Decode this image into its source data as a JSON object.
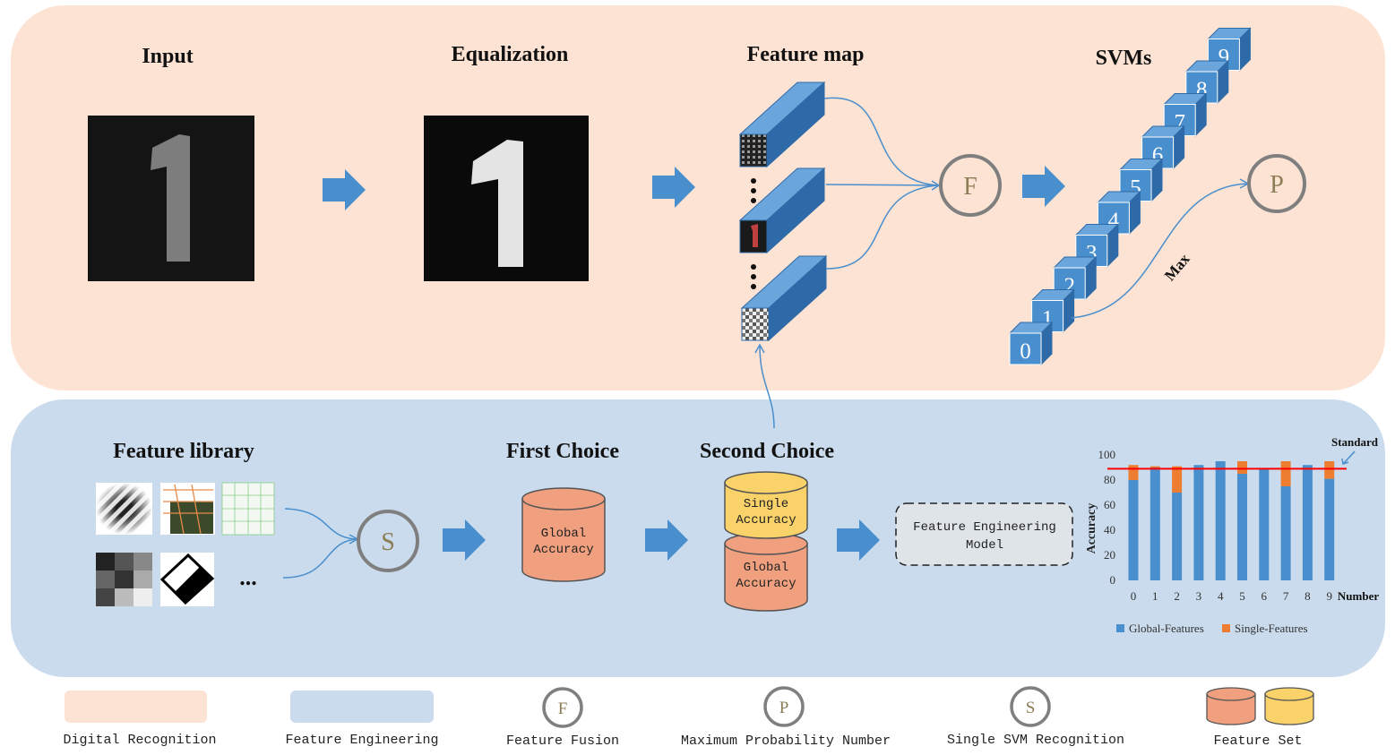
{
  "colors": {
    "digital_bg": "#fde3d3",
    "feature_bg": "#c9dbec",
    "arrow": "#4a8fcd",
    "cube_front": "#4a8fcd",
    "cube_top": "#6aa5dc",
    "cube_side": "#2e6aa8",
    "circle": "#7f7f7f",
    "cyl_orange": "#f0a07f",
    "cyl_yellow": "#f9d26a",
    "bar_global": "#4a8fcd",
    "bar_single": "#ed7d31",
    "standard_line": "#ff0000"
  },
  "top": {
    "input_title": "Input",
    "equalization_title": "Equalization",
    "feature_map_title": "Feature map",
    "svms_title": "SVMs",
    "fusion_letter": "F",
    "prob_letter": "P",
    "max_label": "Max",
    "svm_digits": [
      "0",
      "1",
      "2",
      "3",
      "4",
      "5",
      "6",
      "7",
      "8",
      "9"
    ]
  },
  "bottom": {
    "feature_library_title": "Feature library",
    "first_choice_title": "First Choice",
    "second_choice_title": "Second Choice",
    "svm_letter": "S",
    "ellipsis": "...",
    "global_accuracy_line1": "Global",
    "global_accuracy_line2": "Accuracy",
    "single_accuracy_line1": "Single",
    "single_accuracy_line2": "Accuracy",
    "fem_line1": "Feature Engineering",
    "fem_line2": "Model"
  },
  "chart_data": {
    "type": "bar",
    "stacked": true,
    "categories": [
      "0",
      "1",
      "2",
      "3",
      "4",
      "5",
      "6",
      "7",
      "8",
      "9"
    ],
    "series": [
      {
        "name": "Global-Features",
        "values": [
          80,
          90,
          70,
          92,
          95,
          85,
          89,
          75,
          92,
          81
        ]
      },
      {
        "name": "Single-Features",
        "values": [
          12,
          1,
          21,
          0,
          0,
          10,
          0,
          20,
          0,
          14
        ]
      }
    ],
    "ylim": [
      0,
      100
    ],
    "yticks": [
      "0",
      "20",
      "40",
      "60",
      "80",
      "100"
    ],
    "xlabel": "Number",
    "ylabel": "Accuracy",
    "standard_value": 89,
    "standard_label": "Standard",
    "legend_position": "bottom"
  },
  "legend": {
    "digital_recognition": "Digital Recognition",
    "feature_engineering": "Feature Engineering",
    "feature_fusion": "Feature Fusion",
    "max_prob_number": "Maximum Probability Number",
    "single_svm": "Single SVM Recognition",
    "feature_set": "Feature Set",
    "f_letter": "F",
    "p_letter": "P",
    "s_letter": "S"
  }
}
